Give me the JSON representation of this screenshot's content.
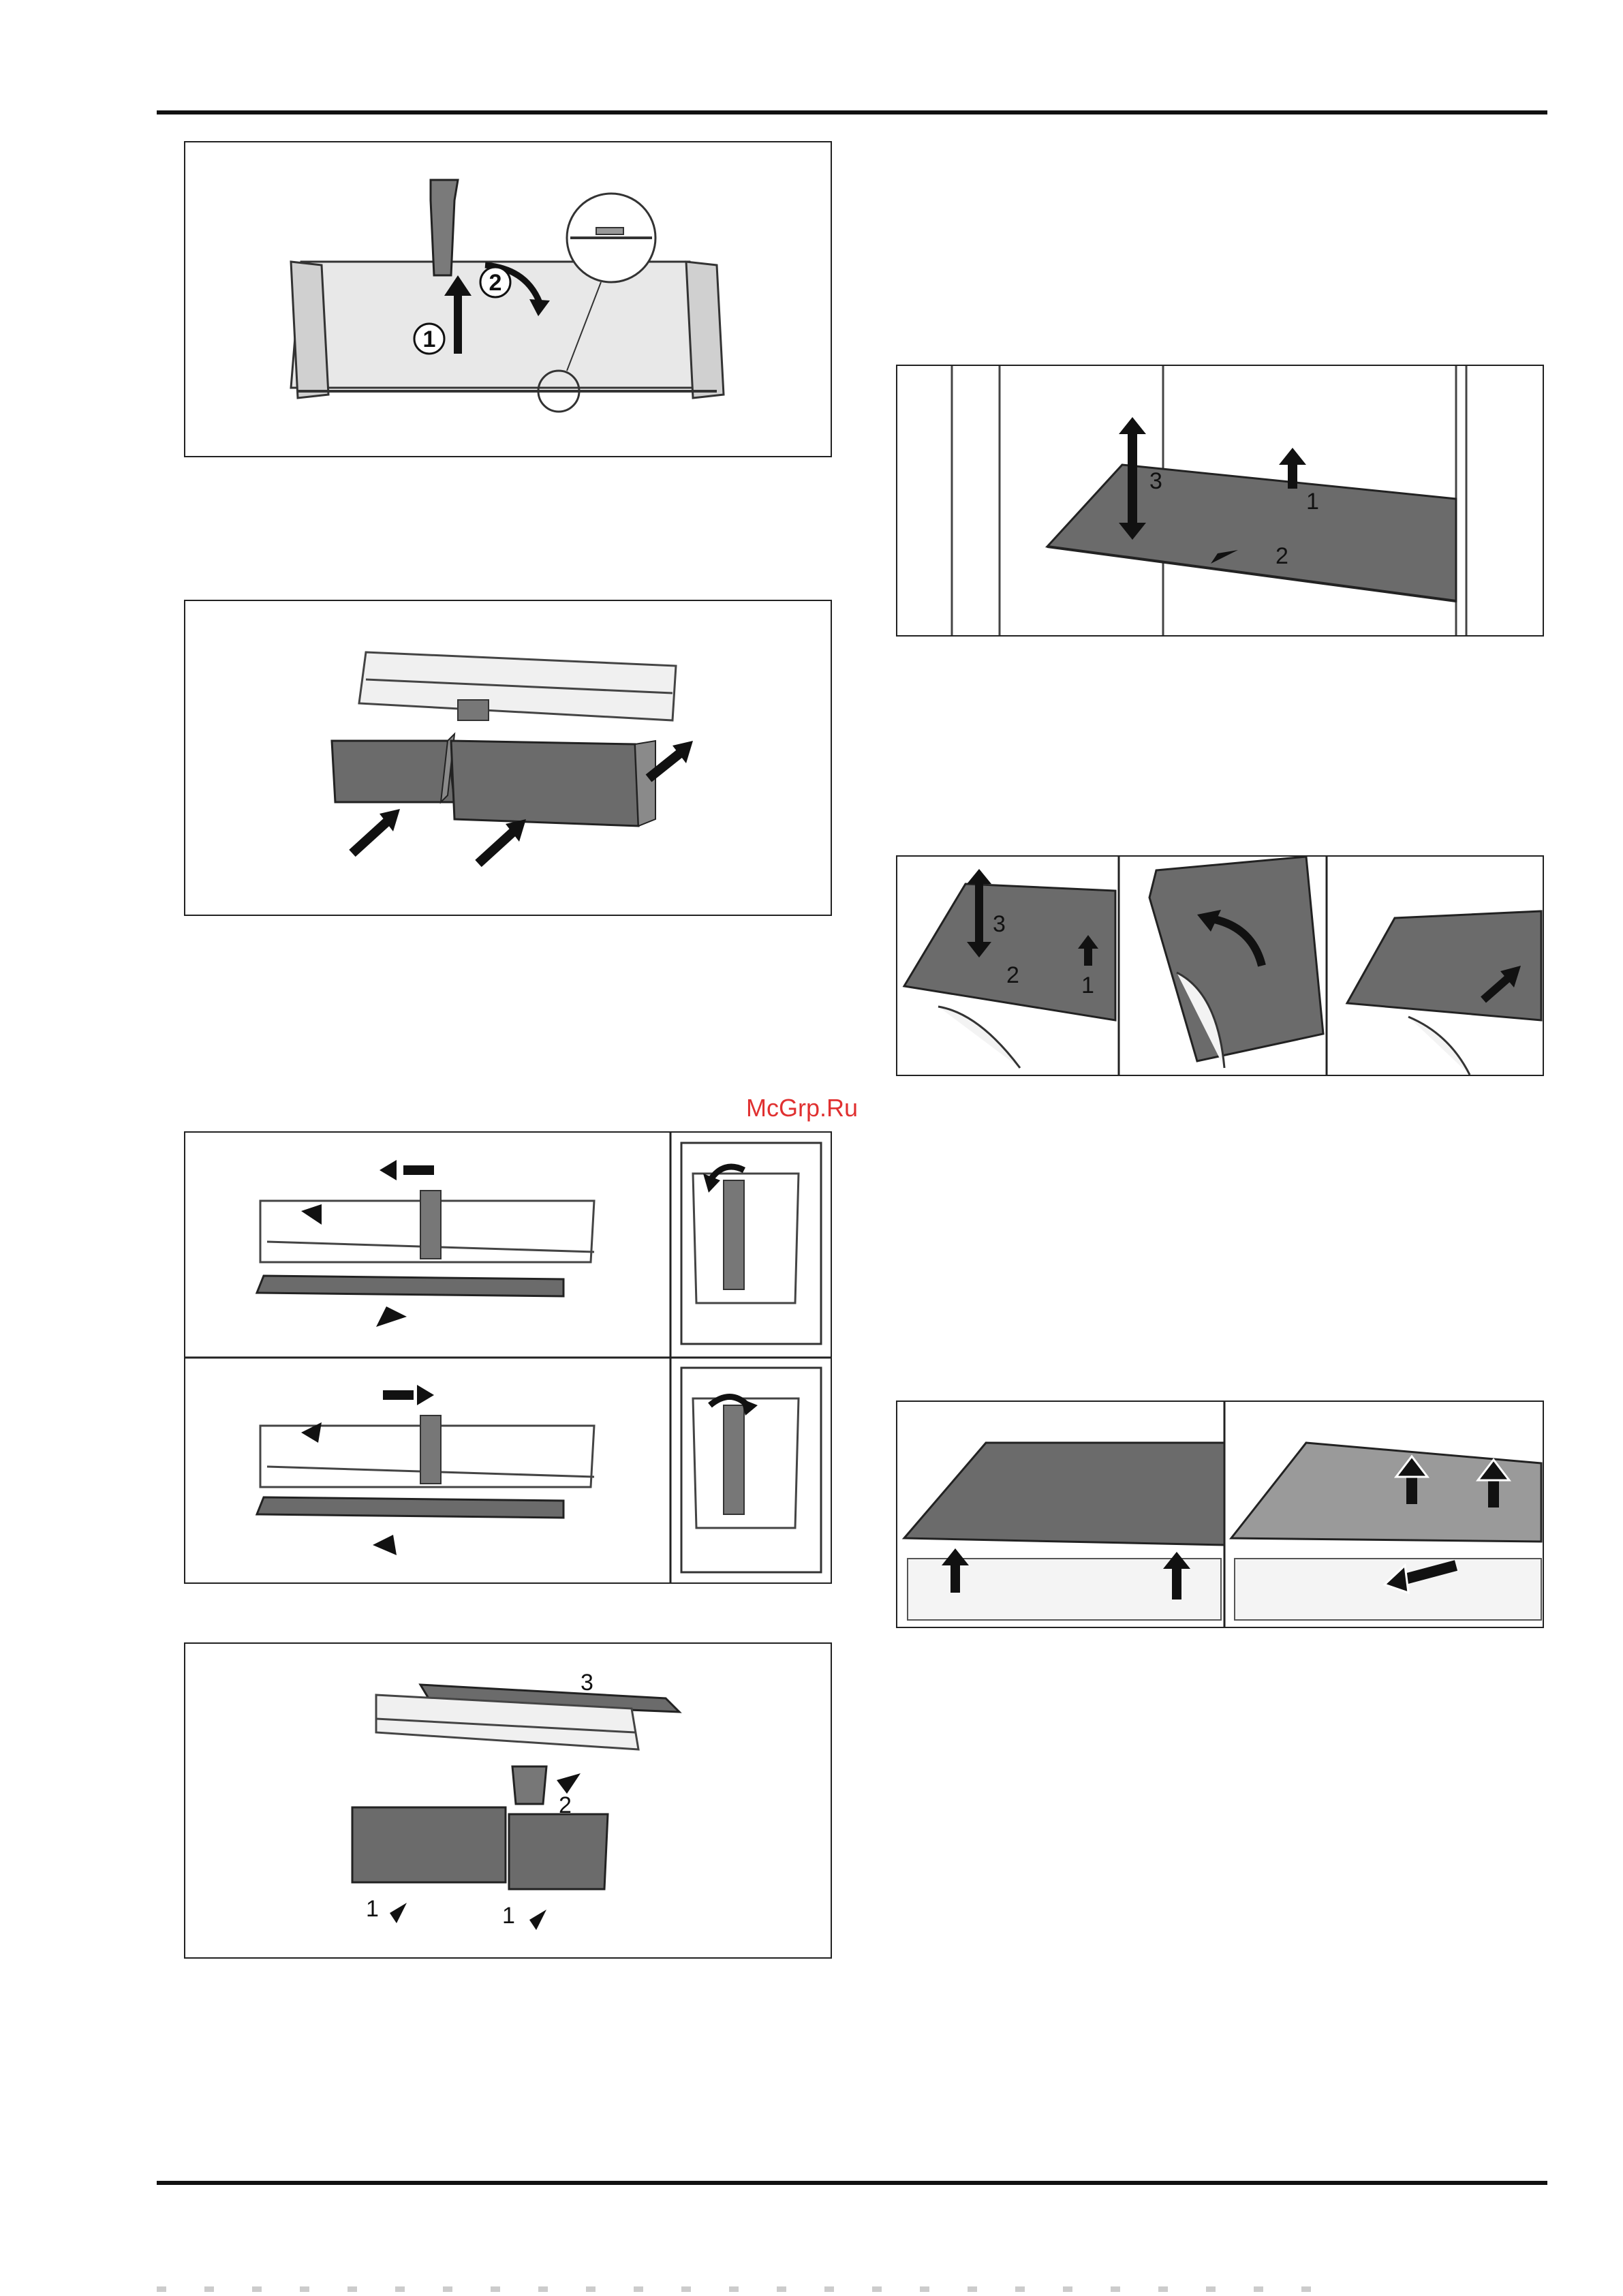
{
  "watermark": "McGrp.Ru",
  "figures": {
    "fig1": {
      "callouts": [
        "1",
        "2"
      ]
    },
    "fig2": {
      "callouts": []
    },
    "fig3": {
      "callouts": []
    },
    "fig4": {
      "callouts": [
        "3",
        "2",
        "1",
        "1"
      ]
    },
    "fig5": {
      "callouts": [
        "3",
        "1",
        "2"
      ]
    },
    "fig6": {
      "callouts": [
        "3",
        "2",
        "1"
      ]
    },
    "fig7": {
      "callouts": []
    }
  },
  "colors": {
    "rule": "#111111",
    "frame": "#222222",
    "shelf_dark": "#6b6b6b",
    "shelf_light": "#9a9a9a",
    "watermark": "#e03030"
  }
}
